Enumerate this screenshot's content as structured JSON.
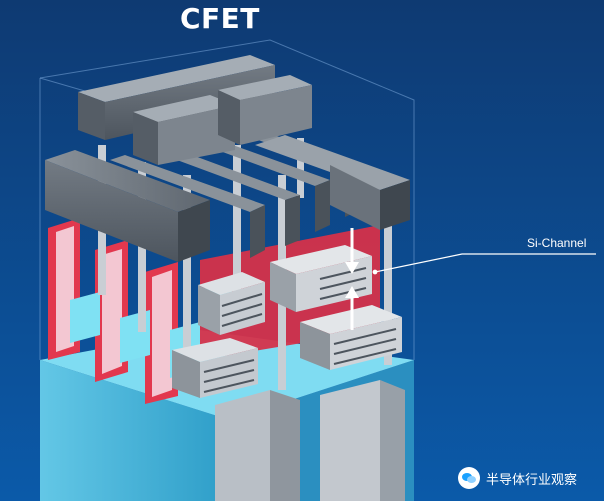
{
  "title": "CFET",
  "callout": {
    "label": "Si-Channel"
  },
  "watermark": {
    "text": "半导体行业观察",
    "icon": "wechat-icon"
  },
  "colors": {
    "background": "#0f3f7a",
    "gate_metal": "#6f7780",
    "channel_red": "#e2384e",
    "spacer_cyan": "#7fe1f3",
    "stack_gray": "#c7ccd2",
    "arrow_white": "#ffffff"
  }
}
